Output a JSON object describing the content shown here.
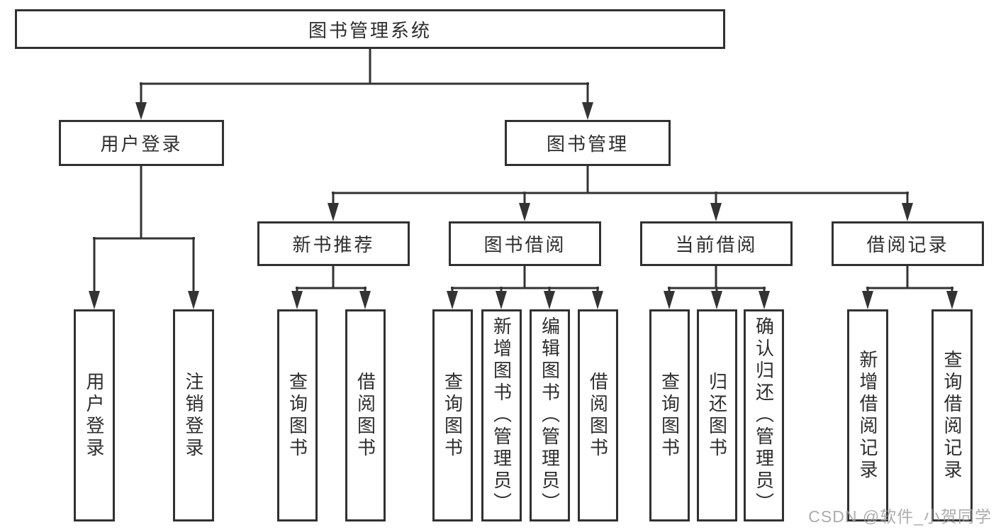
{
  "tree": {
    "root": {
      "label": "图书管理系统"
    },
    "level1": [
      {
        "label": "用户登录"
      },
      {
        "label": "图书管理"
      }
    ],
    "level2": [
      {
        "label": "新书推荐"
      },
      {
        "label": "图书借阅"
      },
      {
        "label": "当前借阅"
      },
      {
        "label": "借阅记录"
      }
    ],
    "leaves": {
      "user_login": [
        {
          "label": "用户登录"
        },
        {
          "label": "注销登录"
        }
      ],
      "new_books": [
        {
          "label": "查询图书"
        },
        {
          "label": "借阅图书"
        }
      ],
      "book_borrow": [
        {
          "label": "查询图书"
        },
        {
          "label": "新增图书（管理员）"
        },
        {
          "label": "编辑图书（管理员）"
        },
        {
          "label": "借阅图书"
        }
      ],
      "current_borrow": [
        {
          "label": "查询图书"
        },
        {
          "label": "归还图书"
        },
        {
          "label": "确认归还（管理员）"
        }
      ],
      "borrow_records": [
        {
          "label": "新增借阅记录"
        },
        {
          "label": "查询借阅记录"
        }
      ]
    }
  },
  "watermark": {
    "text": "CSDN @软件_小贺同学"
  },
  "colors": {
    "line": "#333333",
    "border": "#313131",
    "text": "#2d2d2d",
    "watermark": "#9e9e9e",
    "background": "#ffffff"
  }
}
